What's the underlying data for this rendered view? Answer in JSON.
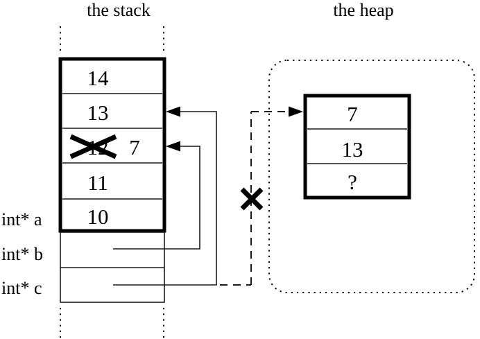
{
  "stack": {
    "title": "the stack",
    "cells": [
      "14",
      "13",
      "12",
      "11",
      "10"
    ],
    "crossed_out_cell_index": 2,
    "crossed_out_value": "12",
    "new_value": "7",
    "pointer_labels": [
      "int* a",
      "int* b",
      "int* c"
    ]
  },
  "heap": {
    "title": "the heap",
    "cells": [
      "7",
      "13",
      "?"
    ]
  },
  "colors": {
    "line": "#000000",
    "background": "#ffffff"
  }
}
